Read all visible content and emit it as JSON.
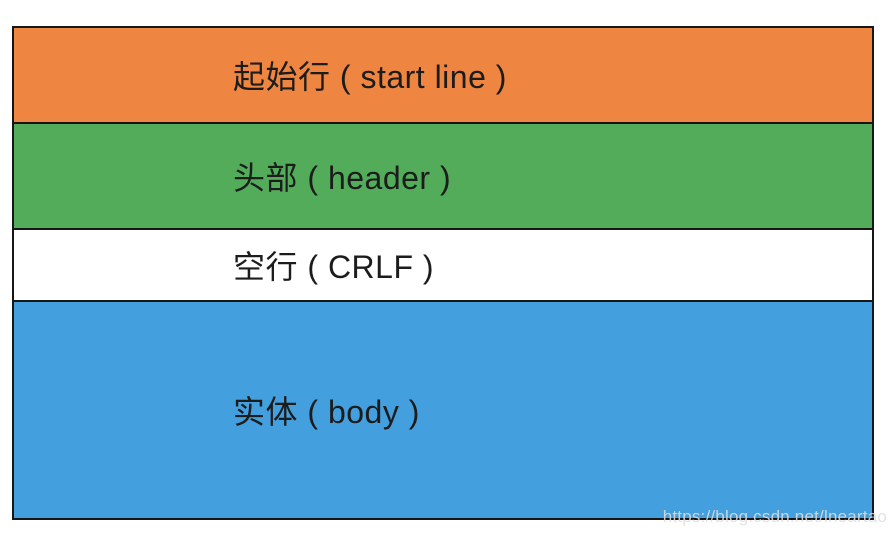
{
  "diagram": {
    "description_labels": {
      "start_line": "起始行 ( start line )",
      "header": "头部 ( header )",
      "crlf": "空行 ( CRLF )",
      "body": "实体 ( body )"
    },
    "bands": [
      {
        "id": "start-line",
        "label": "起始行 ( start line )",
        "color": "#EE8540"
      },
      {
        "id": "header",
        "label": "头部 ( header )",
        "color": "#52AC59"
      },
      {
        "id": "crlf",
        "label": "空行 ( CRLF )",
        "color": "#FFFFFF"
      },
      {
        "id": "body",
        "label": "实体 ( body )",
        "color": "#449FDE"
      }
    ],
    "border_color": "#161616",
    "text_color": "#1c1c1c"
  },
  "watermark": {
    "text": "https://blog.csdn.net/lneartao"
  }
}
